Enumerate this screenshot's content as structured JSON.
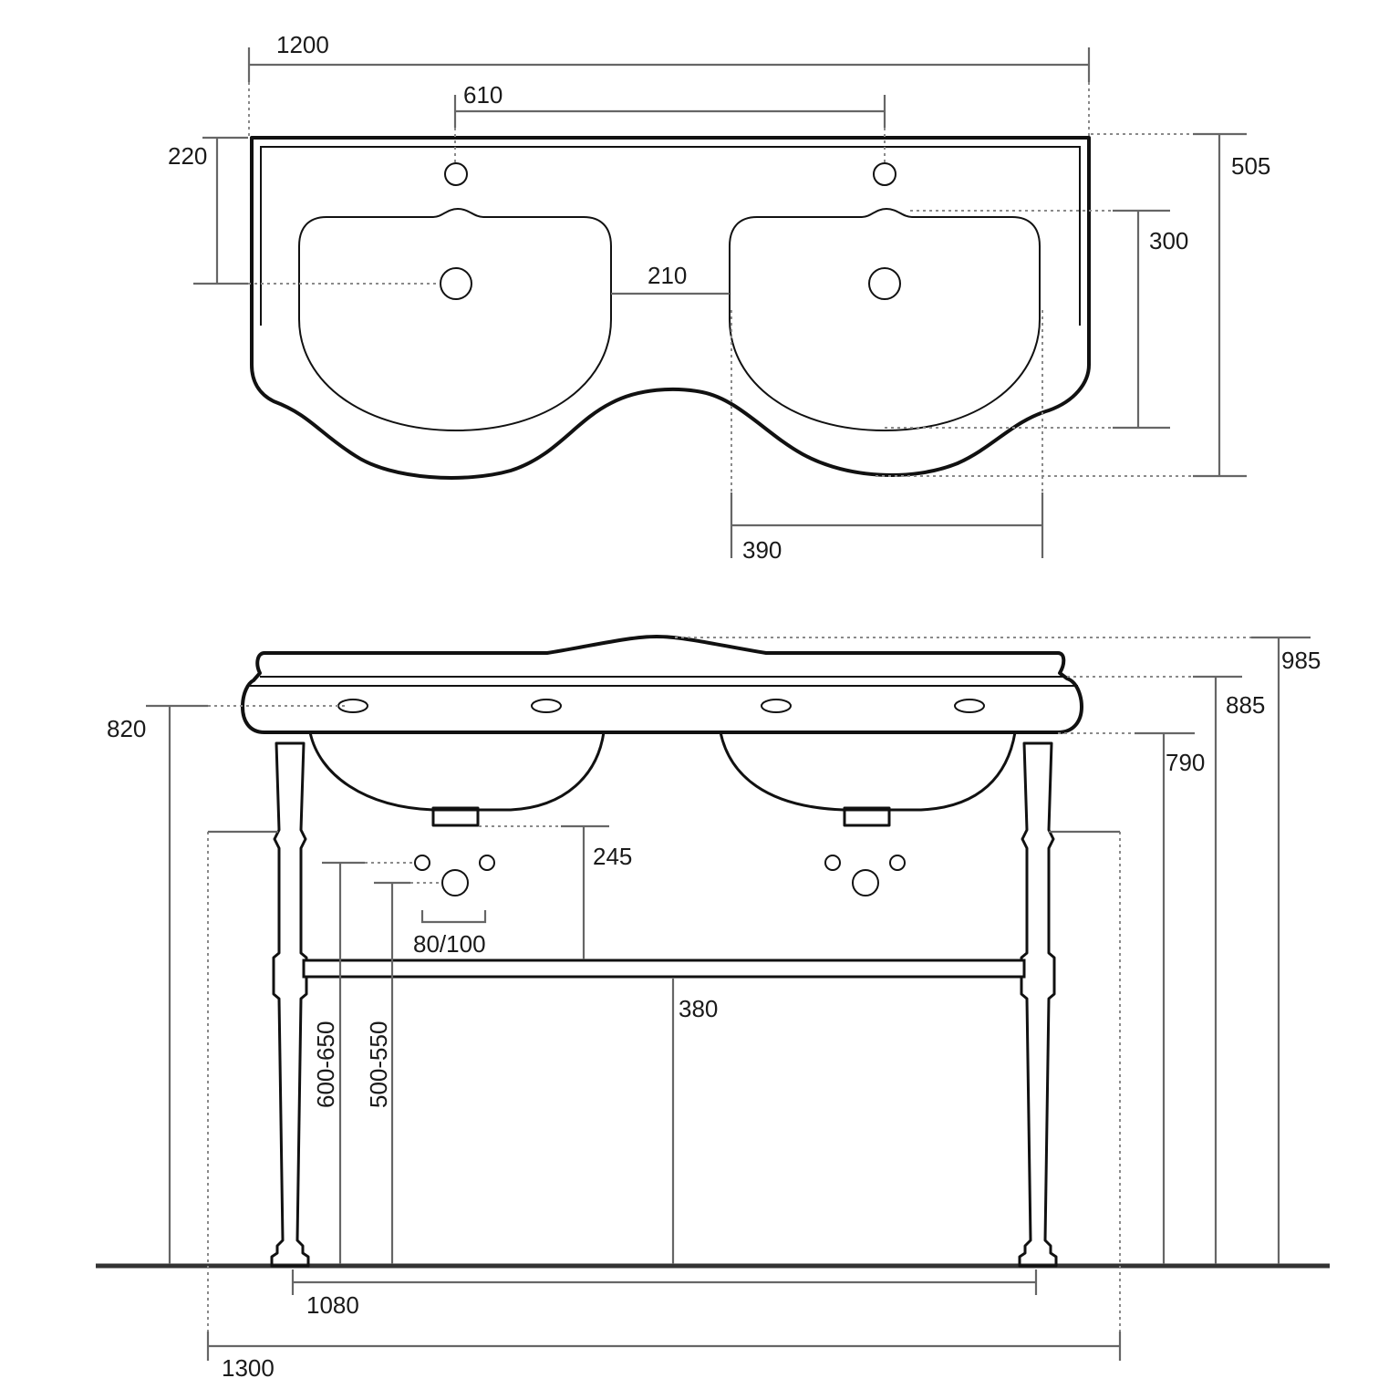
{
  "top_view": {
    "overall_width": "1200",
    "tap_spacing": "610",
    "tap_from_back": "220",
    "overall_depth": "505",
    "bowl_depth": "300",
    "bowl_gap": "210",
    "bowl_width": "390"
  },
  "front_view": {
    "total_height": "985",
    "top_height": "885",
    "bowl_bottom_height": "790",
    "overflow_height": "820",
    "waste_drop": "245",
    "pipe_spacing": "80/100",
    "rail_height": "380",
    "supply_height": "600-650",
    "waste_height": "500-550",
    "leg_span": "1080",
    "overall_width": "1300"
  }
}
